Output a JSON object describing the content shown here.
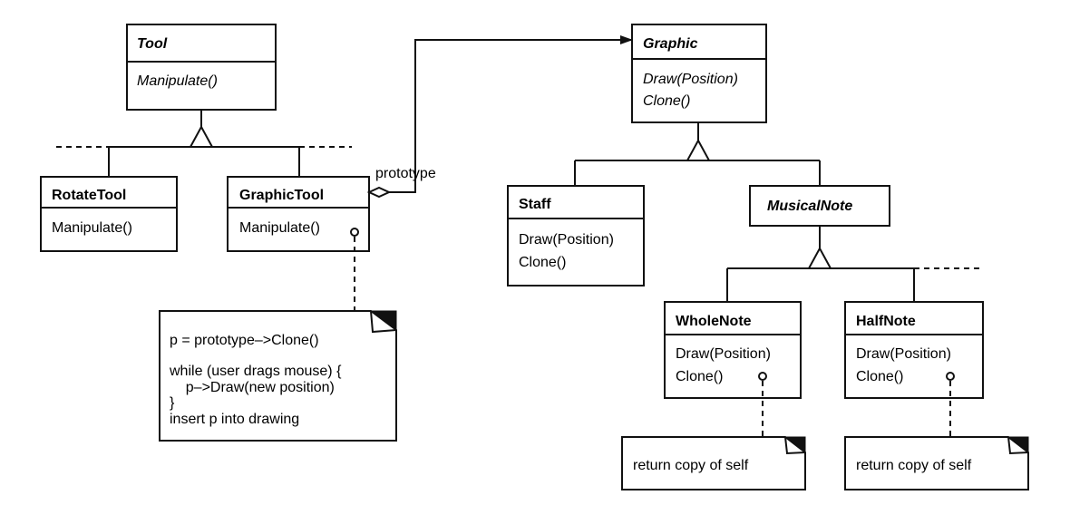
{
  "classes": {
    "tool": {
      "name": "Tool",
      "ops": [
        "Manipulate()"
      ]
    },
    "rotate_tool": {
      "name": "RotateTool",
      "ops": [
        "Manipulate()"
      ]
    },
    "graphic_tool": {
      "name": "GraphicTool",
      "ops": [
        "Manipulate()"
      ]
    },
    "graphic": {
      "name": "Graphic",
      "ops": [
        "Draw(Position)",
        "Clone()"
      ]
    },
    "staff": {
      "name": "Staff",
      "ops": [
        "Draw(Position)",
        "Clone()"
      ]
    },
    "musical_note": {
      "name": "MusicalNote"
    },
    "whole_note": {
      "name": "WholeNote",
      "ops": [
        "Draw(Position)",
        "Clone()"
      ]
    },
    "half_note": {
      "name": "HalfNote",
      "ops": [
        "Draw(Position)",
        "Clone()"
      ]
    }
  },
  "association_label": "prototype",
  "notes": {
    "manipulate": [
      "p = prototype–>Clone()",
      "while (user drags mouse) {",
      "    p–>Draw(new position)",
      "}",
      "insert p into drawing"
    ],
    "whole_note_clone": "return copy of self",
    "half_note_clone": "return copy of self"
  }
}
